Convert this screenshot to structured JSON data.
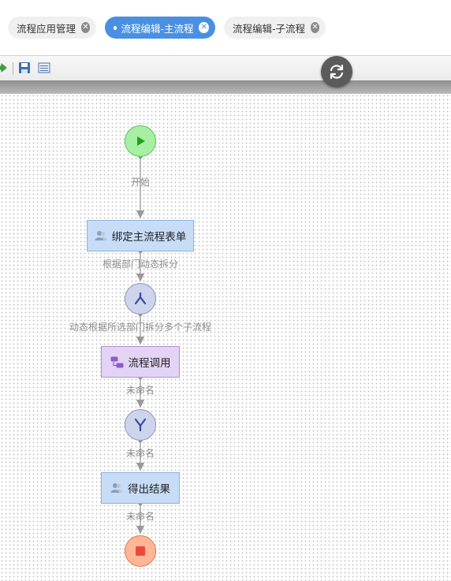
{
  "tabs": [
    {
      "label": "流程应用管理",
      "active": false
    },
    {
      "label": "流程编辑-主流程",
      "active": true
    },
    {
      "label": "流程编辑-子流程",
      "active": false
    }
  ],
  "toolbar": {
    "icons": [
      "export-icon",
      "save-icon",
      "list-icon"
    ],
    "refresh_icon": "refresh-icon"
  },
  "flow": {
    "nodes": {
      "start": {
        "type": "start",
        "icon": "play-icon"
      },
      "bind_form": {
        "type": "task",
        "label": "绑定主流程表单",
        "icon": "users-icon"
      },
      "split": {
        "type": "gateway-split",
        "icon": "split-icon"
      },
      "subprocess": {
        "type": "subprocess",
        "label": "流程调用",
        "icon": "subprocess-icon"
      },
      "join": {
        "type": "gateway-join",
        "icon": "merge-icon"
      },
      "result": {
        "type": "task",
        "label": "得出结果",
        "icon": "users-icon"
      },
      "end": {
        "type": "end",
        "icon": "stop-icon"
      }
    },
    "edges": [
      {
        "label": "开始"
      },
      {
        "label": "根据部门动态拆分"
      },
      {
        "label": "动态根据所选部门拆分多个子流程"
      },
      {
        "label": "未命名"
      },
      {
        "label": "未命名"
      },
      {
        "label": "未命名"
      }
    ]
  },
  "colors": {
    "active_tab": "#4a90e2",
    "start_fill": "#a7f0a3",
    "gateway_fill": "#cdd4ec",
    "task_fill": "#c7dcf6",
    "subprocess_fill": "#e3d3f5",
    "end_fill": "#ffb695",
    "edge": "#999999"
  }
}
